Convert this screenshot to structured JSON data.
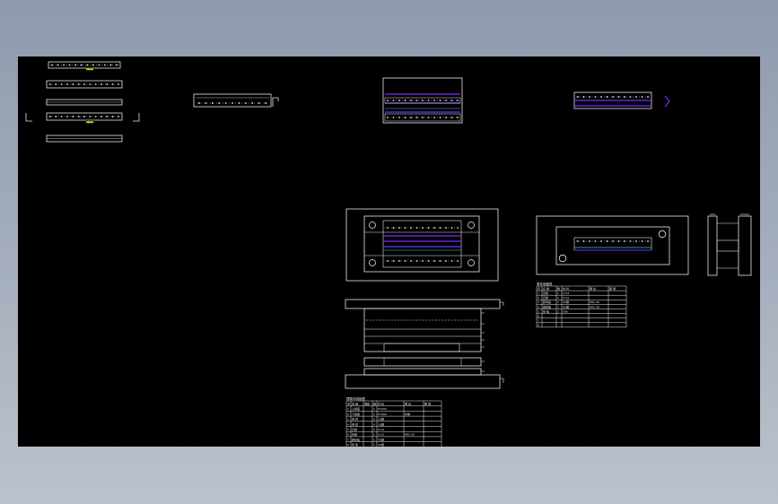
{
  "canvas": {
    "background": "#000000",
    "line_color": "#e8e8e8",
    "highlight_color": "#7b2cff",
    "cyan_color": "#38c8d8",
    "tag_color": "#f2e600"
  },
  "tags": {
    "part_a": "Z-001",
    "part_b": "Z-002"
  },
  "tables": {
    "assembly": {
      "title": "標準件明細表",
      "header": [
        "序",
        "名 稱",
        "規格",
        "數",
        "材 料",
        "備 註",
        "圖 號"
      ],
      "rows": [
        [
          "1",
          "上模座",
          "",
          "1",
          "HT200",
          "",
          ""
        ],
        [
          "2",
          "下模座",
          "",
          "1",
          "HT200",
          "外購",
          ""
        ],
        [
          "3",
          "導 柱",
          "",
          "4",
          "20鋼",
          "",
          ""
        ],
        [
          "4",
          "導 套",
          "",
          "4",
          "20鋼",
          "",
          ""
        ],
        [
          "5",
          "凸模",
          "",
          "1",
          "Cr12",
          "",
          ""
        ],
        [
          "6",
          "凹模",
          "",
          "1",
          "Cr12",
          "HRC 60",
          ""
        ],
        [
          "7",
          "卸料板",
          "",
          "1",
          "45鋼",
          "",
          ""
        ],
        [
          "8",
          "墊 板",
          "",
          "1",
          "45鋼",
          "",
          ""
        ]
      ]
    },
    "part": {
      "title": "零件明細表",
      "header": [
        "序",
        "名 稱",
        "數",
        "材 料",
        "備 註",
        "圖 號"
      ],
      "rows": [
        [
          "1",
          "凹模",
          "1",
          "Cr12",
          "",
          ""
        ],
        [
          "2",
          "凸模",
          "1",
          "Cr12",
          "",
          ""
        ],
        [
          "3",
          "卸料板",
          "1",
          "45鋼",
          "HRC 45",
          ""
        ],
        [
          "4",
          "固定板",
          "1",
          "45鋼",
          "HRC 40",
          ""
        ],
        [
          "5",
          "墊 板",
          "1",
          "T8A",
          "",
          ""
        ],
        [
          "6",
          "",
          "",
          "",
          "",
          ""
        ],
        [
          "7",
          "",
          "",
          "",
          "",
          ""
        ],
        [
          "8",
          "",
          "",
          "",
          "",
          ""
        ]
      ]
    }
  }
}
